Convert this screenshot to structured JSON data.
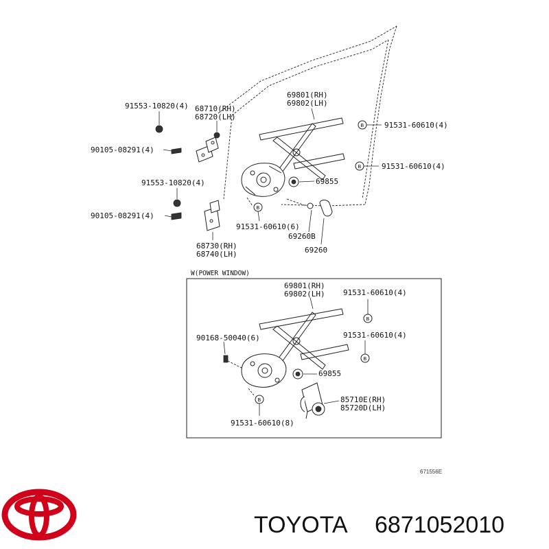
{
  "top_labels": {
    "regulator_part": "69801(RH)",
    "regulator_part_lh": "69802(LH)",
    "bolt_upper_right": "91531-60610(4)",
    "bolt_mid_right": "91531-60610(4)",
    "nut_small": "69855",
    "bolt_lower": "91531-60610(6)",
    "part_69260b": "69260B",
    "part_69260": "69260",
    "hinge_upper_bolt": "91553-10820(4)",
    "hinge_upper_rh": "68710(RH)",
    "hinge_upper_lh": "68720(LH)",
    "hinge_upper_screw": "90105-08291(4)",
    "hinge_lower_bolt": "91553-10820(4)",
    "hinge_lower_screw": "90105-08291(4)",
    "hinge_lower_rh": "68730(RH)",
    "hinge_lower_lh": "68740(LH)"
  },
  "power_window": {
    "title": "W(POWER WINDOW)",
    "regulator_rh": "69801(RH)",
    "regulator_lh": "69802(LH)",
    "bolt_upper": "91531-60610(4)",
    "bolt_mid": "91531-60610(4)",
    "screw": "90168-50040(6)",
    "nut": "69855",
    "motor_rh": "85710E(RH)",
    "motor_lh": "85720D(LH)",
    "bolt_lower": "91531-60610(8)"
  },
  "marker_letter": "B",
  "diagram_code": "671556E",
  "footer": {
    "brand": "TOYOTA",
    "part_number": "6871052010"
  },
  "colors": {
    "logo": "#d0021b",
    "line": "#222222"
  }
}
